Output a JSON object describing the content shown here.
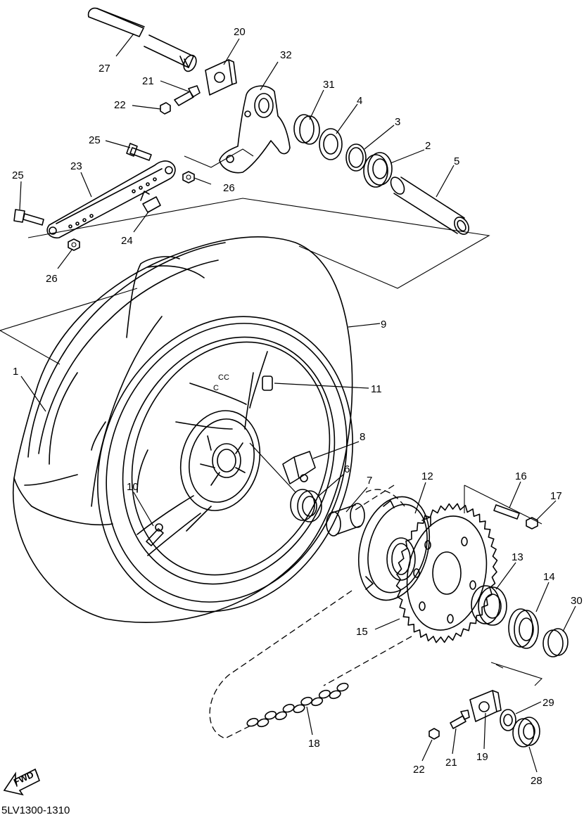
{
  "diagram_code": "5LV1300-1310",
  "fwd_label": "FWD",
  "callouts": [
    {
      "id": "c1",
      "label": "1"
    },
    {
      "id": "c2",
      "label": "2"
    },
    {
      "id": "c3",
      "label": "3"
    },
    {
      "id": "c4",
      "label": "4"
    },
    {
      "id": "c5",
      "label": "5"
    },
    {
      "id": "c6",
      "label": "6"
    },
    {
      "id": "c7",
      "label": "7"
    },
    {
      "id": "c8",
      "label": "8"
    },
    {
      "id": "c9",
      "label": "9"
    },
    {
      "id": "c10",
      "label": "10"
    },
    {
      "id": "c11",
      "label": "11"
    },
    {
      "id": "c12",
      "label": "12"
    },
    {
      "id": "c13",
      "label": "13"
    },
    {
      "id": "c14",
      "label": "14"
    },
    {
      "id": "c15",
      "label": "15"
    },
    {
      "id": "c16",
      "label": "16"
    },
    {
      "id": "c17",
      "label": "17"
    },
    {
      "id": "c18",
      "label": "18"
    },
    {
      "id": "c19",
      "label": "19"
    },
    {
      "id": "c20",
      "label": "20"
    },
    {
      "id": "c21a",
      "label": "21"
    },
    {
      "id": "c21b",
      "label": "21"
    },
    {
      "id": "c22a",
      "label": "22"
    },
    {
      "id": "c22b",
      "label": "22"
    },
    {
      "id": "c23",
      "label": "23"
    },
    {
      "id": "c24",
      "label": "24"
    },
    {
      "id": "c25a",
      "label": "25"
    },
    {
      "id": "c25b",
      "label": "25"
    },
    {
      "id": "c26a",
      "label": "26"
    },
    {
      "id": "c26b",
      "label": "26"
    },
    {
      "id": "c27",
      "label": "27"
    },
    {
      "id": "c28",
      "label": "28"
    },
    {
      "id": "c29",
      "label": "29"
    },
    {
      "id": "c30",
      "label": "30"
    },
    {
      "id": "c31",
      "label": "31"
    },
    {
      "id": "c32",
      "label": "32"
    }
  ]
}
